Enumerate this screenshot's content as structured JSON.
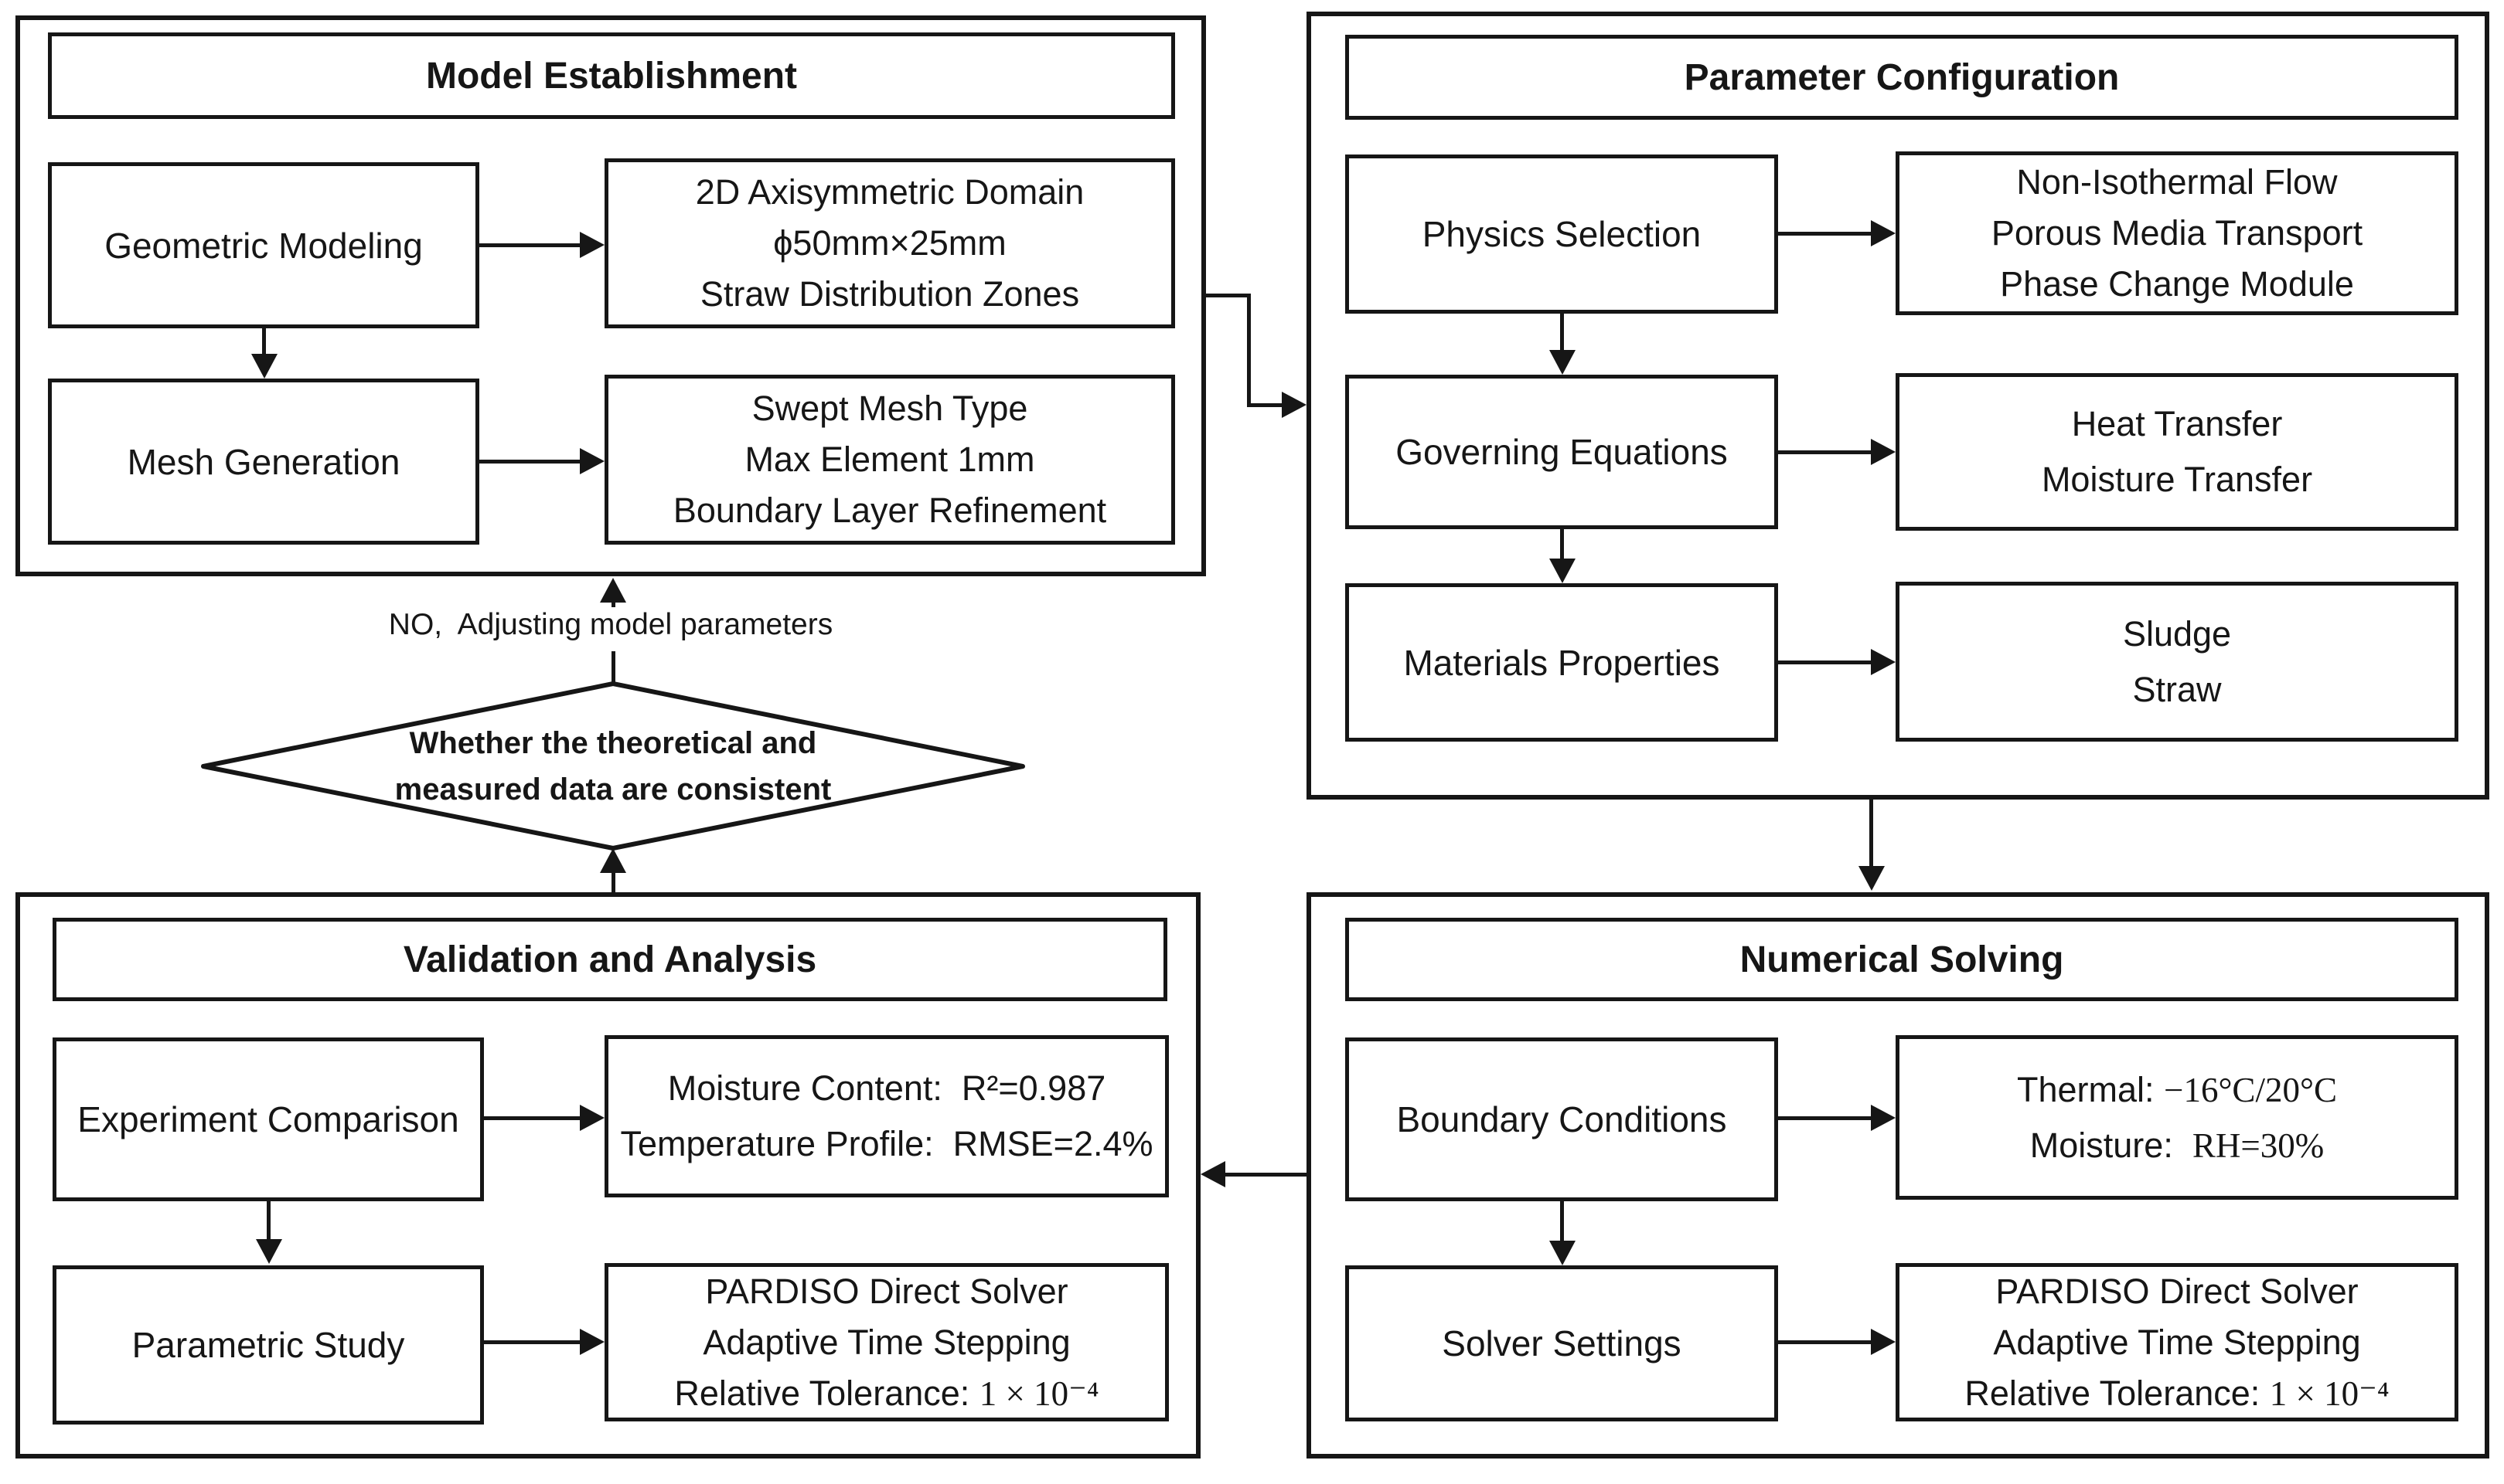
{
  "model": {
    "title": "Model Establishment",
    "geometric_label": "Geometric Modeling",
    "domain_lines": [
      "2D Axisymmetric Domain",
      "ϕ50mm×25mm",
      "Straw Distribution Zones"
    ],
    "mesh_label": "Mesh Generation",
    "mesh_lines": [
      "Swept Mesh Type",
      "Max Element 1mm",
      "Boundary Layer Refinement"
    ]
  },
  "param": {
    "title": "Parameter Configuration",
    "physics_label": "Physics Selection",
    "physics_lines": [
      "Non-Isothermal Flow",
      "Porous Media Transport",
      "Phase Change Module"
    ],
    "governing_label": "Governing Equations",
    "governing_lines": [
      "Heat Transfer",
      "Moisture Transfer"
    ],
    "materials_label": "Materials Properties",
    "materials_lines": [
      "Sludge",
      "Straw"
    ]
  },
  "numerical": {
    "title": "Numerical Solving",
    "boundary_label": "Boundary Conditions",
    "thermal_label": "Thermal: ",
    "thermal_value": "−16°C/20°C",
    "moisture_label": "Moisture:  ",
    "moisture_value": "RH=30%",
    "solver_label": "Solver Settings",
    "solver_line1": "PARDISO Direct Solver",
    "solver_line2": "Adaptive Time Stepping",
    "tolerance_label": "Relative Tolerance: ",
    "tolerance_value": "1 × 10⁻⁴"
  },
  "validation": {
    "title": "Validation and Analysis",
    "experiment_label": "Experiment Comparison",
    "result_line1": "Moisture Content:  R²=0.987",
    "result_line2": "Temperature Profile:  RMSE=2.4%",
    "parametric_label": "Parametric Study",
    "solver_line1": "PARDISO Direct Solver",
    "solver_line2": "Adaptive Time Stepping",
    "tolerance_label": "Relative Tolerance: ",
    "tolerance_value": "1 × 10⁻⁴"
  },
  "decision": {
    "line1": "Whether the theoretical and",
    "line2": "measured data are consistent",
    "no_label": "NO,  Adjusting model parameters"
  },
  "colors": {
    "line": "#161616",
    "text": "#161616",
    "background": "#ffffff"
  }
}
